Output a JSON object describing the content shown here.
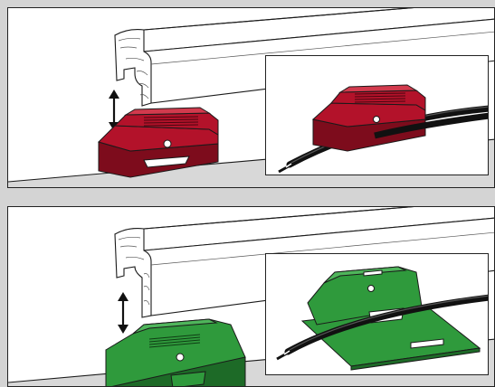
{
  "panels": [
    {
      "id": "top",
      "clip_color": "#b3122a",
      "clip_shade": "#7d0c1c",
      "clip_light": "#d23a4d",
      "clip_type": "low-profile-clip",
      "icons": [
        "up-down-arrow-icon",
        "skirting-board",
        "cable-clip",
        "coaxial-cable"
      ]
    },
    {
      "id": "bottom",
      "clip_color": "#2f9a3c",
      "clip_shade": "#1d6a27",
      "clip_light": "#4fb55b",
      "clip_type": "plate-clip",
      "icons": [
        "up-down-arrow-icon",
        "skirting-board",
        "cable-clip",
        "coaxial-cable"
      ]
    }
  ],
  "colors": {
    "background": "#d4d4d4",
    "panel": "#ffffff",
    "floor": "#d8d8d8",
    "outline": "#1a1a1a"
  }
}
